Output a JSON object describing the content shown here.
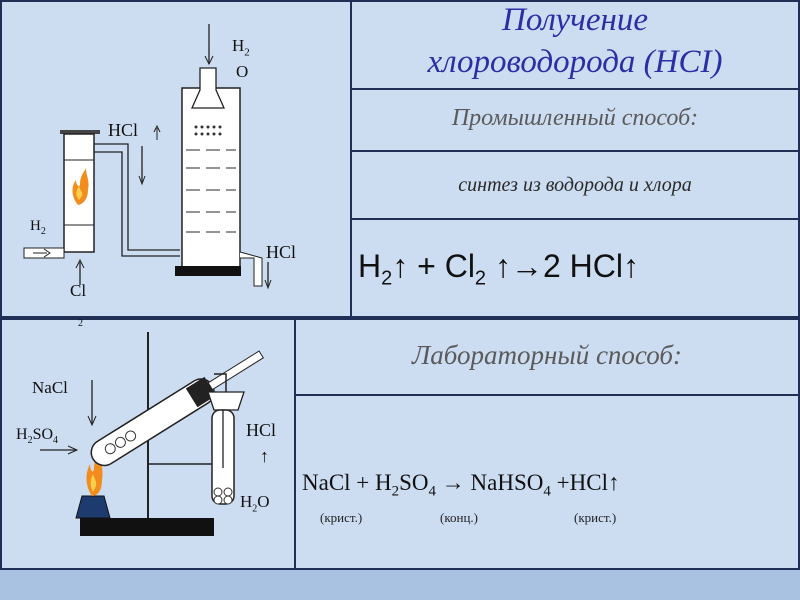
{
  "title": {
    "line1": "Получение",
    "line2": "хлороводорода (HCI)"
  },
  "industrial": {
    "heading": "Промышленный способ:",
    "description": "синтез из водорода и хлора",
    "equation": {
      "h2": "H",
      "h2_sub": "2",
      "arrow1": "↑ + Cl",
      "cl_sub": "2",
      "rest": " ↑→2 HCl↑"
    },
    "diagram": {
      "h2_top": "H",
      "h2_top_sub": "2",
      "o": "O",
      "hcl_top": "HCl",
      "h2_left": "H",
      "h2_left_sub": "2",
      "cl": "Cl",
      "cl_sub": "2",
      "hcl_right": "HCl"
    }
  },
  "laboratory": {
    "heading": "Лабораторный способ:",
    "equation": {
      "p1": "NaCl + H",
      "s1": "2",
      "p2": "SO",
      "s2": "4",
      "p3": " → NaHSO",
      "s3": "4",
      "p4": " +HCl↑"
    },
    "notes": {
      "n1": "(крист.)",
      "n2": "(конц.)",
      "n3": "(крист.)"
    },
    "diagram": {
      "nacl": "NaCl",
      "h2so4_h": "H",
      "h2so4_2": "2",
      "h2so4_so": "SO",
      "h2so4_4": "4",
      "hcl": "HCl",
      "hcl_arrow": "↑",
      "h2o_h": "H",
      "h2o_2": "2",
      "h2o_o": "O"
    }
  }
}
